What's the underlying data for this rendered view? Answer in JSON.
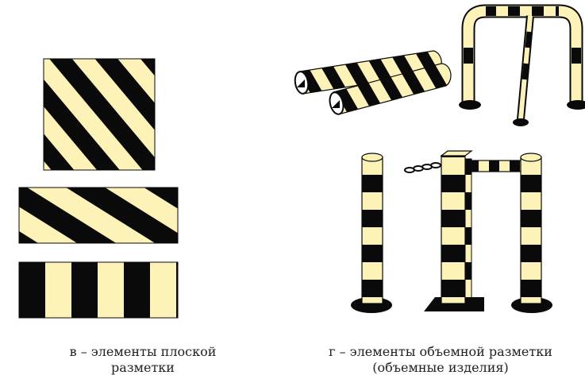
{
  "colors": {
    "stripe_dark": "#0a0a0a",
    "stripe_light": "#fdf3b8",
    "background": "#ffffff",
    "caption_text": "#222222"
  },
  "captions": {
    "flat_line1": "в – элементы плоской",
    "flat_line2": "разметки",
    "volumetric_line1": "г – элементы объемной разметки",
    "volumetric_line2": "(объемные изделия)"
  }
}
